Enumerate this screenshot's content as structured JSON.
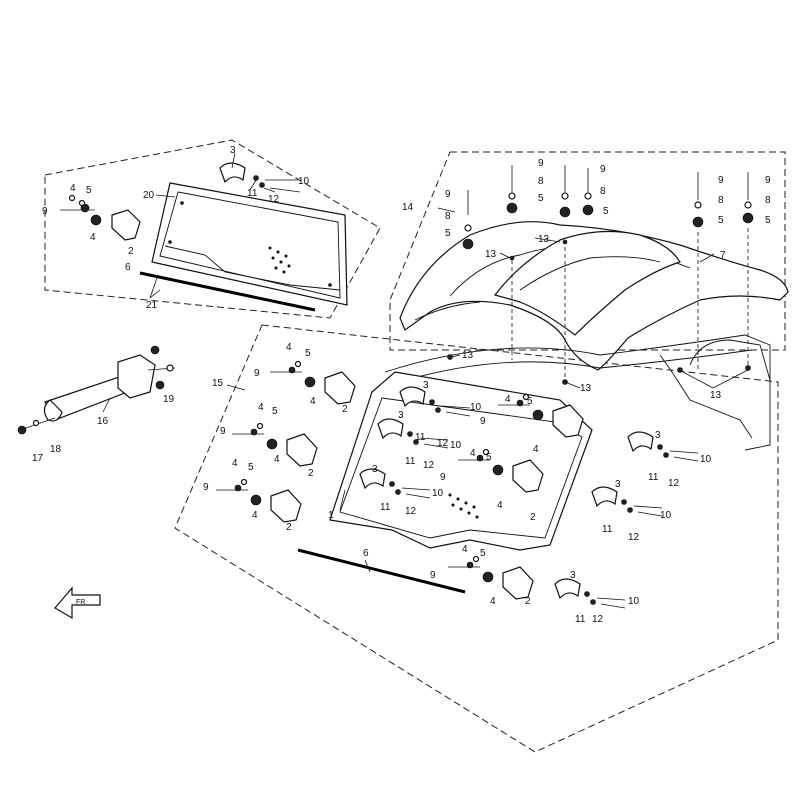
{
  "diagram": {
    "callouts": {
      "n1": "1",
      "n2": "2",
      "n3": "3",
      "n4": "4",
      "n5": "5",
      "n6": "6",
      "n7": "7",
      "n8": "8",
      "n9": "9",
      "n10": "10",
      "n11": "11",
      "n12": "12",
      "n13": "13",
      "n14": "14",
      "n15": "15",
      "n16": "16",
      "n17": "17",
      "n18": "18",
      "n19": "19",
      "n20": "20",
      "n21": "21"
    },
    "colors": {
      "line": "#111111",
      "background": "#ffffff"
    },
    "icons": {
      "orientation": "front-arrow-icon"
    }
  }
}
